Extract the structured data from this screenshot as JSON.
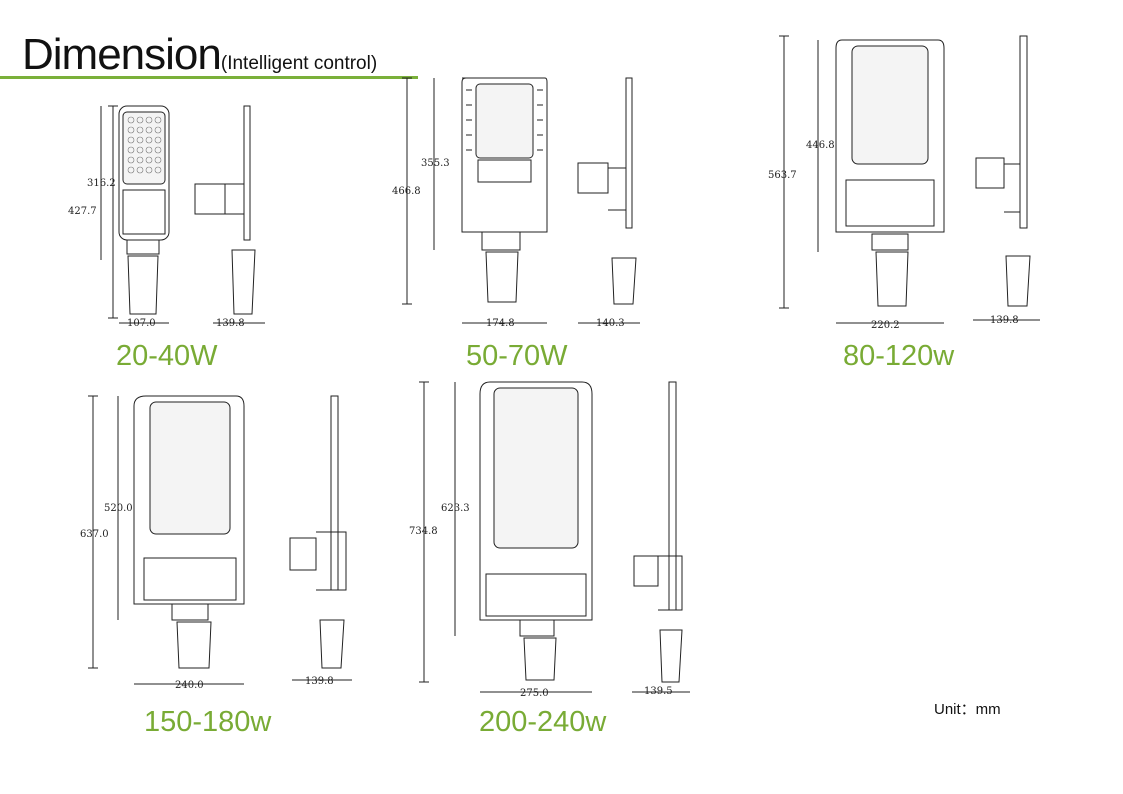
{
  "title": {
    "main": "Dimension",
    "sub": "(Intelligent control)"
  },
  "unit": "Unit：mm",
  "colors": {
    "accent": "#7ab03a",
    "label": "#79ab35",
    "line": "#222222"
  },
  "models": [
    {
      "watt": "20-40W",
      "height": "427.7",
      "body": "316.2",
      "width": "107.0",
      "side": "139.8"
    },
    {
      "watt": "50-70W",
      "height": "466.8",
      "body": "355.3",
      "width": "174.8",
      "side": "140.3"
    },
    {
      "watt": "80-120w",
      "height": "563.7",
      "body": "446.8",
      "width": "220.2",
      "side": "139.8"
    },
    {
      "watt": "150-180w",
      "height": "637.0",
      "body": "520.0",
      "width": "240.0",
      "side": "139.8"
    },
    {
      "watt": "200-240w",
      "height": "734.8",
      "body": "623.3",
      "width": "275.0",
      "side": "139.5"
    }
  ]
}
